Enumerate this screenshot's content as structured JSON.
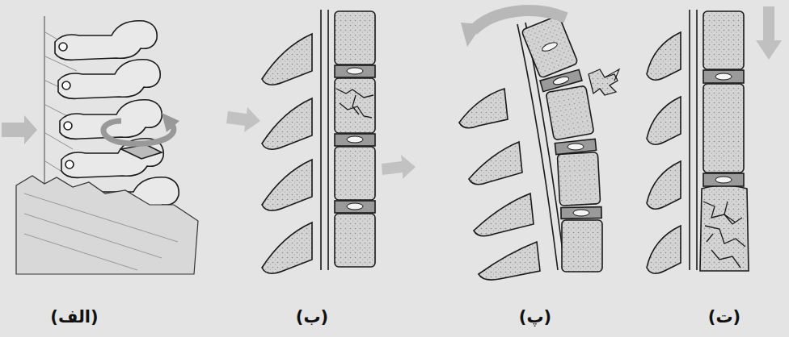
{
  "diagram": {
    "labels": [
      "(الف)",
      "(ب)",
      "(پ)",
      "(ت)"
    ]
  }
}
